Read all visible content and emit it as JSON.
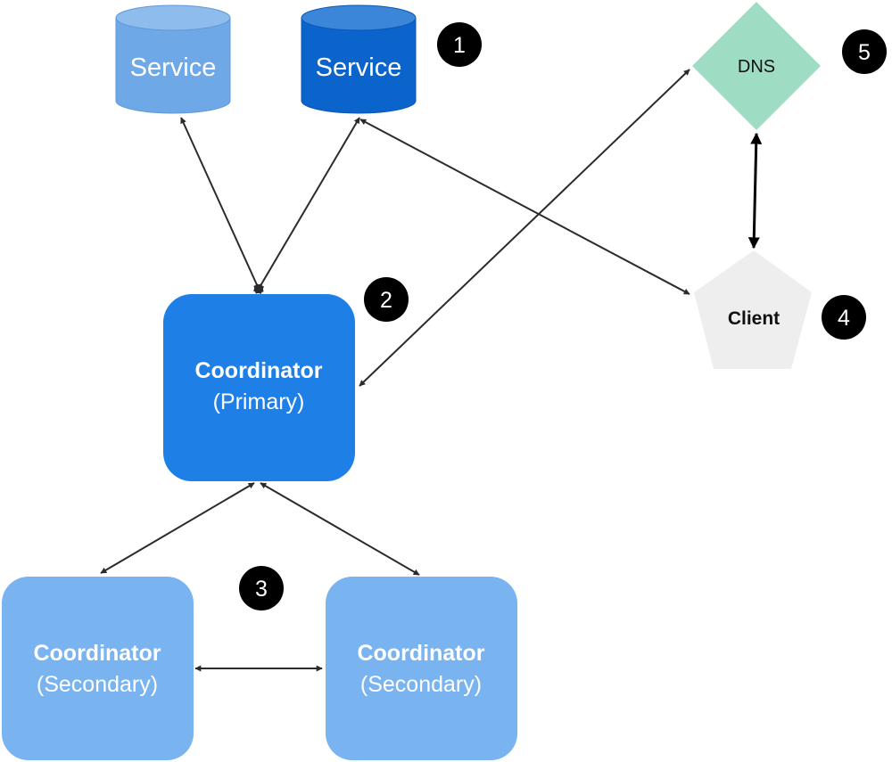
{
  "colors": {
    "service_light": "#6FA8E6",
    "service_dark": "#0B63CC",
    "primary": "#1E7FE6",
    "secondary": "#79B3F0",
    "dns": "#9EDDC4",
    "client": "#EEEEEE",
    "badge": "#000000",
    "edge": "#2B2B2B"
  },
  "nodes": {
    "service_1": {
      "label": "Service"
    },
    "service_2": {
      "label": "Service"
    },
    "primary": {
      "title": "Coordinator",
      "subtitle": "(Primary)"
    },
    "secondary_1": {
      "title": "Coordinator",
      "subtitle": "(Secondary)"
    },
    "secondary_2": {
      "title": "Coordinator",
      "subtitle": "(Secondary)"
    },
    "dns": {
      "label": "DNS"
    },
    "client": {
      "label": "Client"
    }
  },
  "badges": {
    "b1": "1",
    "b2": "2",
    "b3": "3",
    "b4": "4",
    "b5": "5"
  }
}
